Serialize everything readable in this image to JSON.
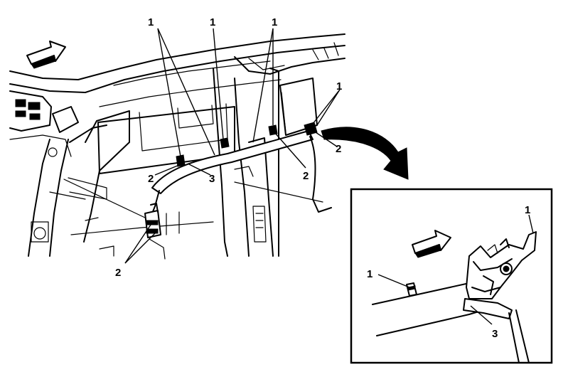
{
  "callouts": {
    "main": [
      {
        "id": "c1a",
        "text": "1"
      },
      {
        "id": "c1b",
        "text": "1"
      },
      {
        "id": "c1c",
        "text": "1"
      },
      {
        "id": "c1d",
        "text": "1"
      },
      {
        "id": "c2a",
        "text": "2"
      },
      {
        "id": "c2b",
        "text": "2"
      },
      {
        "id": "c2c",
        "text": "2"
      },
      {
        "id": "c2d",
        "text": "2"
      },
      {
        "id": "c3a",
        "text": "3"
      }
    ],
    "inset": [
      {
        "id": "i1a",
        "text": "1"
      },
      {
        "id": "i1b",
        "text": "1"
      },
      {
        "id": "i3a",
        "text": "3"
      }
    ]
  },
  "icons": {
    "direction_arrow": "forward-arrow-icon",
    "detail_arrow": "curved-arrow-icon"
  },
  "colors": {
    "ink": "#000000",
    "paper": "#ffffff"
  }
}
